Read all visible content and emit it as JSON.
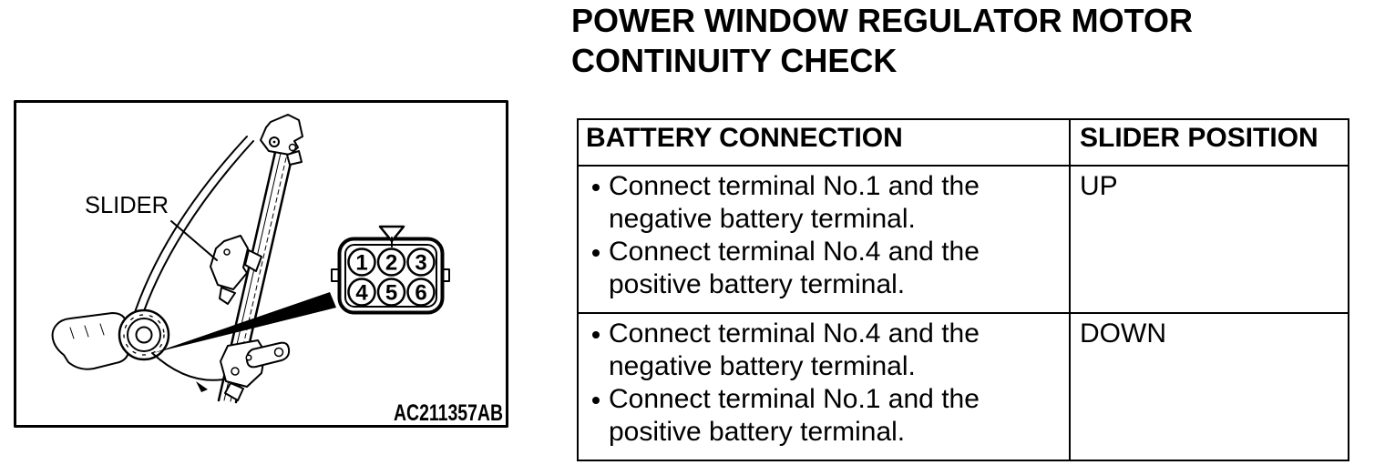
{
  "title": {
    "lines": [
      "POWER WINDOW REGULATOR MOTOR",
      "CONTINUITY CHECK"
    ]
  },
  "figure": {
    "slider_label": "SLIDER",
    "code": "AC211357AB",
    "connector_pins": [
      "1",
      "2",
      "3",
      "4",
      "5",
      "6"
    ]
  },
  "table": {
    "headers": [
      "BATTERY CONNECTION",
      "SLIDER POSITION"
    ],
    "rows": [
      {
        "connections": [
          "Connect terminal No.1 and the negative battery terminal.",
          "Connect terminal No.4 and the positive battery terminal."
        ],
        "slider_position": "UP"
      },
      {
        "connections": [
          "Connect terminal No.4 and the negative battery terminal.",
          "Connect terminal No.1 and the positive battery terminal."
        ],
        "slider_position": "DOWN"
      }
    ]
  },
  "colors": {
    "ink": "#000000",
    "paper": "#ffffff"
  }
}
